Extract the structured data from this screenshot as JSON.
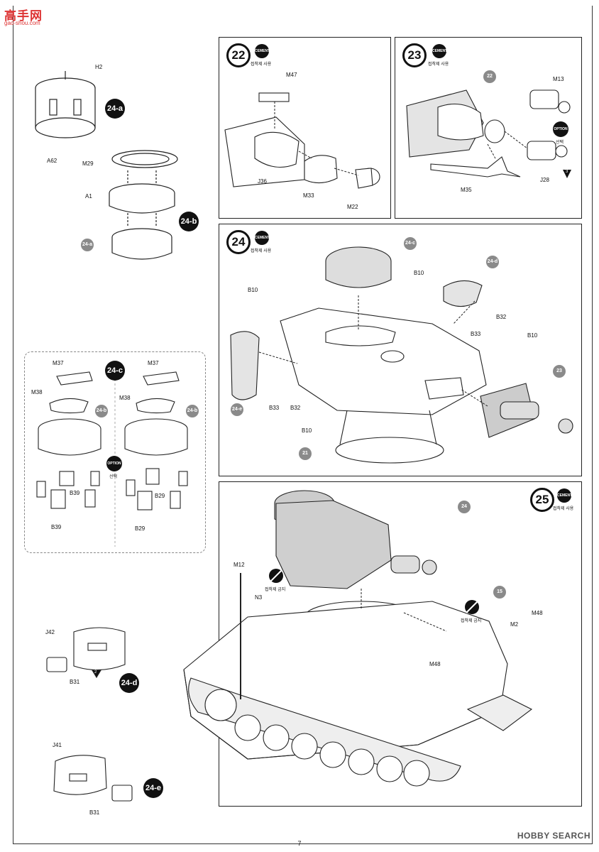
{
  "site_logo": {
    "big": "高手网",
    "small": "gao-shou.com"
  },
  "page_number": "7",
  "watermark": "HOBBY SEARCH",
  "cement_label": "CEMENT",
  "cement_caption": "접착제 사용",
  "no_cement_caption": "접착제 금지",
  "option_label": "OPTION",
  "option_caption": "선택",
  "left": {
    "a": {
      "badge": "24-a",
      "labels": {
        "h2": "H2",
        "a62": "A62"
      }
    },
    "b": {
      "badge": "24-b",
      "labels": {
        "m29": "M29",
        "a1": "A1",
        "ref": "24-a"
      }
    },
    "c": {
      "badge": "24-c",
      "labels": {
        "m37a": "M37",
        "m37b": "M37",
        "m38a": "M38",
        "m38b": "M38",
        "refa": "24-b",
        "refb": "24-b",
        "b39a": "B39",
        "b39b": "B39",
        "b29a": "B29",
        "b29b": "B29"
      }
    },
    "d": {
      "badge": "24-d",
      "labels": {
        "j42": "J42",
        "b31": "B31",
        "tri": "2"
      }
    },
    "e": {
      "badge": "24-e",
      "labels": {
        "j41": "J41",
        "b31": "B31"
      }
    }
  },
  "step22": {
    "num": "22",
    "labels": {
      "m47": "M47",
      "j36": "J36",
      "m33": "M33",
      "m22": "M22"
    }
  },
  "step23": {
    "num": "23",
    "labels": {
      "ref": "22",
      "m13": "M13",
      "j28": "J28",
      "m35": "M35",
      "tri": "3"
    }
  },
  "step24": {
    "num": "24",
    "labels": {
      "c": "24-c",
      "d": "24-d",
      "e": "24-e",
      "b10a": "B10",
      "b10b": "B10",
      "b10c": "B10",
      "b10d": "B10",
      "b32a": "B32",
      "b32b": "B32",
      "b33a": "B33",
      "b33b": "B33",
      "r23": "23",
      "r21": "21"
    }
  },
  "step25": {
    "num": "25",
    "labels": {
      "r24": "24",
      "r15": "15",
      "m12": "M12",
      "n3": "N3",
      "m2": "M2",
      "m48a": "M48",
      "m48b": "M48"
    }
  }
}
